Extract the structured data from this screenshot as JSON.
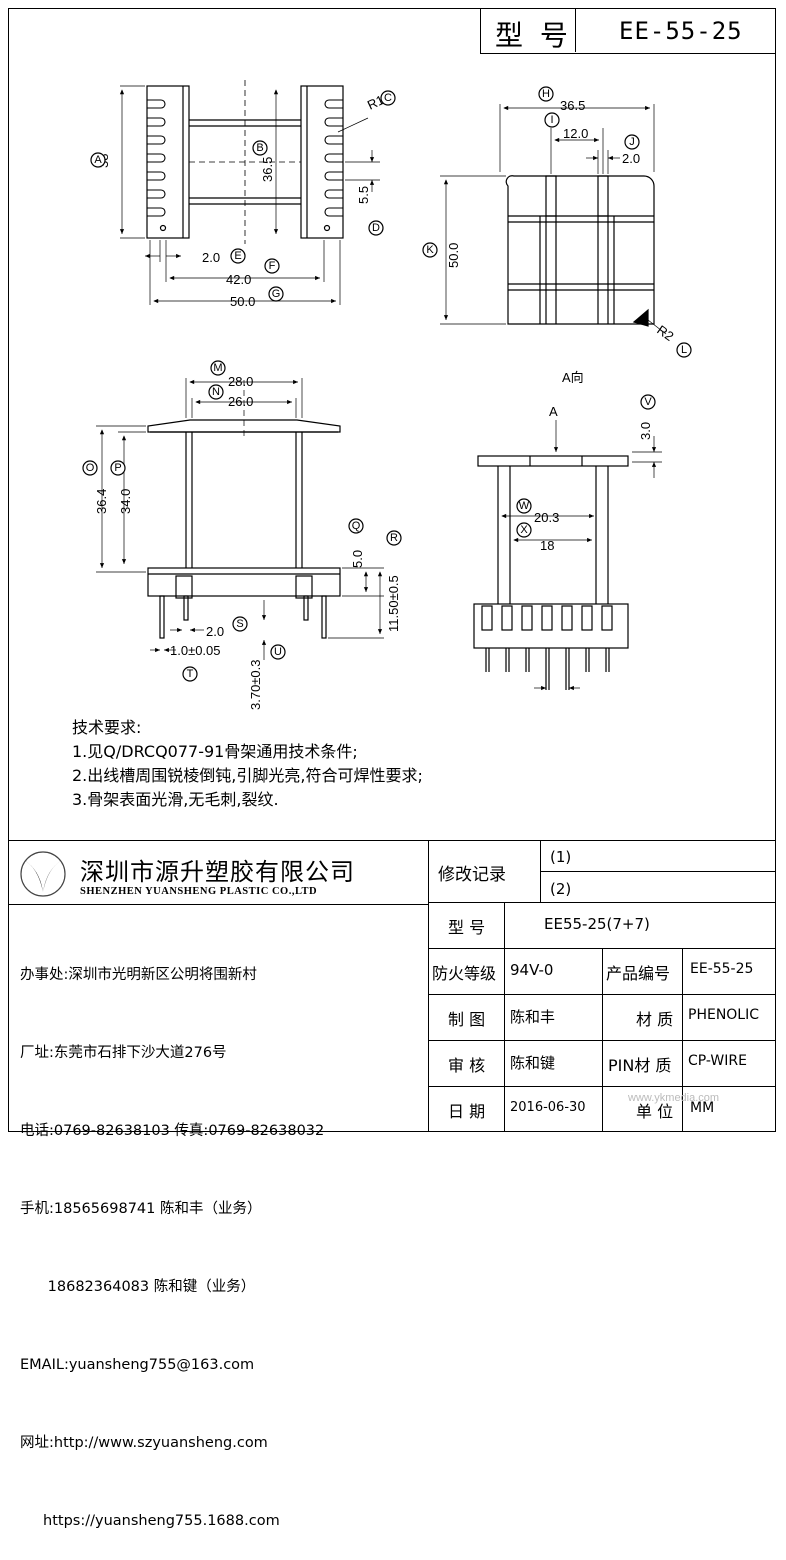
{
  "header": {
    "model_label": "型 号",
    "model_value": "EE-55-25"
  },
  "views": {
    "front": {
      "R1": "R1",
      "dim_38": "38",
      "dim_36_5": "36.5",
      "dim_5_5": "5.5",
      "dim_2_0": "2.0",
      "dim_42": "42.0",
      "dim_50": "50.0"
    },
    "top": {
      "dim_36_5": "36.5",
      "dim_12": "12.0",
      "dim_2": "2.0",
      "dim_50": "50.0",
      "R2": "R2",
      "caption": "A向"
    },
    "side": {
      "dim_28": "28.0",
      "dim_26": "26.0",
      "dim_36_4": "36.4",
      "dim_34": "34.0",
      "dim_5": "5.0",
      "dim_11_5": "11.50±0.5",
      "dim_2": "2.0",
      "dim_1": "1.0±0.05",
      "dim_3_7": "3.70±0.3"
    },
    "end": {
      "arrow": "A",
      "dim_3": "3.0",
      "dim_20_3": "20.3",
      "dim_18": "18"
    },
    "markers": [
      "A",
      "B",
      "C",
      "D",
      "E",
      "F",
      "G",
      "H",
      "I",
      "J",
      "K",
      "L",
      "M",
      "N",
      "O",
      "P",
      "Q",
      "R",
      "S",
      "T",
      "U",
      "V",
      "W",
      "X"
    ]
  },
  "requirements": {
    "title": "技术要求:",
    "items": [
      "1.见Q/DRCQ077-91骨架通用技术条件;",
      "2.出线槽周围锐棱倒钝,引脚光亮,符合可焊性要求;",
      "3.骨架表面光滑,无毛刺,裂纹."
    ]
  },
  "company": {
    "name_cn": "深圳市源升塑胶有限公司",
    "name_en": "SHENZHEN YUANSHENG PLASTIC CO.,LTD",
    "lines": [
      "办事处:深圳市光明新区公明将围新村",
      "厂址:东莞市石排下沙大道276号",
      "电话:0769-82638103 传真:0769-82638032",
      "手机:18565698741 陈和丰（业务）",
      "      18682364083 陈和键（业务）",
      "EMAIL:yuansheng755@163.com",
      "网址:http://www.szyuansheng.com",
      "     https://yuansheng755.1688.com"
    ]
  },
  "title_block": {
    "revision_label": "修改记录",
    "rev1": "(1)",
    "rev2": "(2)",
    "model_label": "型 号",
    "model_value": "EE55-25(7+7)",
    "fire_label": "防火等级",
    "fire_value": "94V-0",
    "product_no_label": "产品编号",
    "product_no_value": "EE-55-25",
    "drawn_label": "制 图",
    "drawn_value": "陈和丰",
    "material_label": "材 质",
    "material_value": "PHENOLIC",
    "check_label": "审 核",
    "check_value": "陈和键",
    "pin_label": "PIN材 质",
    "pin_value": "CP-WIRE",
    "date_label": "日 期",
    "date_value": "2016-06-30",
    "unit_label": "单 位",
    "unit_value": "MM",
    "watermark": "www.ykmedia.com"
  }
}
